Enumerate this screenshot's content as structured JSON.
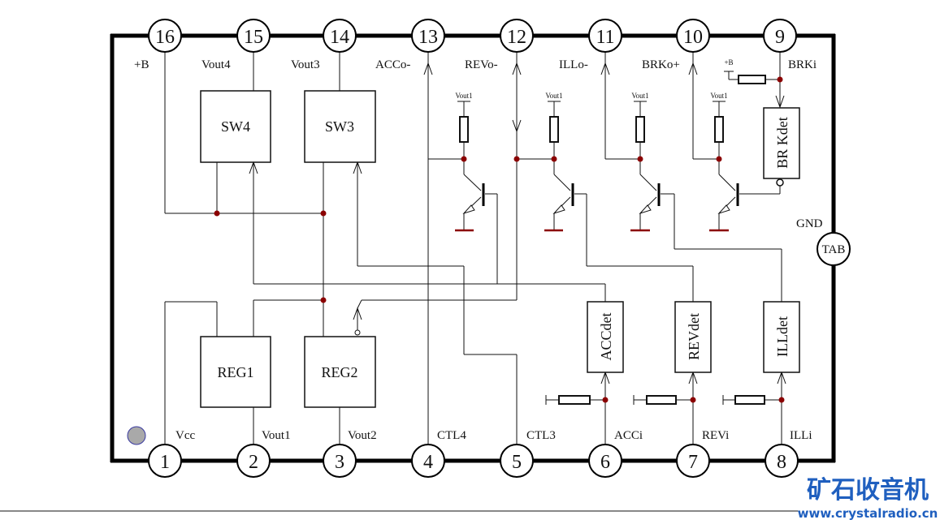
{
  "pins_top": [
    {
      "num": "16",
      "label": "+B"
    },
    {
      "num": "15",
      "label": "Vout4"
    },
    {
      "num": "14",
      "label": "Vout3"
    },
    {
      "num": "13",
      "label": "ACCo-"
    },
    {
      "num": "12",
      "label": "REVo-"
    },
    {
      "num": "11",
      "label": "ILLo-"
    },
    {
      "num": "10",
      "label": "BRKo+"
    },
    {
      "num": "9",
      "label": "BRKi"
    }
  ],
  "pins_bottom": [
    {
      "num": "1",
      "label": "Vcc"
    },
    {
      "num": "2",
      "label": "Vout1"
    },
    {
      "num": "3",
      "label": "Vout2"
    },
    {
      "num": "4",
      "label": "CTL4"
    },
    {
      "num": "5",
      "label": "CTL3"
    },
    {
      "num": "6",
      "label": "ACCi"
    },
    {
      "num": "7",
      "label": "REVi"
    },
    {
      "num": "8",
      "label": "ILLi"
    }
  ],
  "blocks": {
    "sw4": "SW4",
    "sw3": "SW3",
    "reg1": "REG1",
    "reg2": "REG2",
    "accdet": "ACCdet",
    "revdet": "REVdet",
    "illdet": "ILLdet",
    "brkdet": "BR Kdet"
  },
  "side": {
    "gnd_label": "GND",
    "tab_label": "TAB"
  },
  "supply_labels": {
    "vout1": "Vout1",
    "plus_b": "+B"
  },
  "watermark": {
    "title": "矿石收音机",
    "url": "www.crystalradio.cn"
  },
  "colors": {
    "wire": "#111111",
    "node": "#8b0000",
    "ground": "#8b0000",
    "watermark": "#1f5fbf",
    "marker": "#a9a9a9"
  }
}
